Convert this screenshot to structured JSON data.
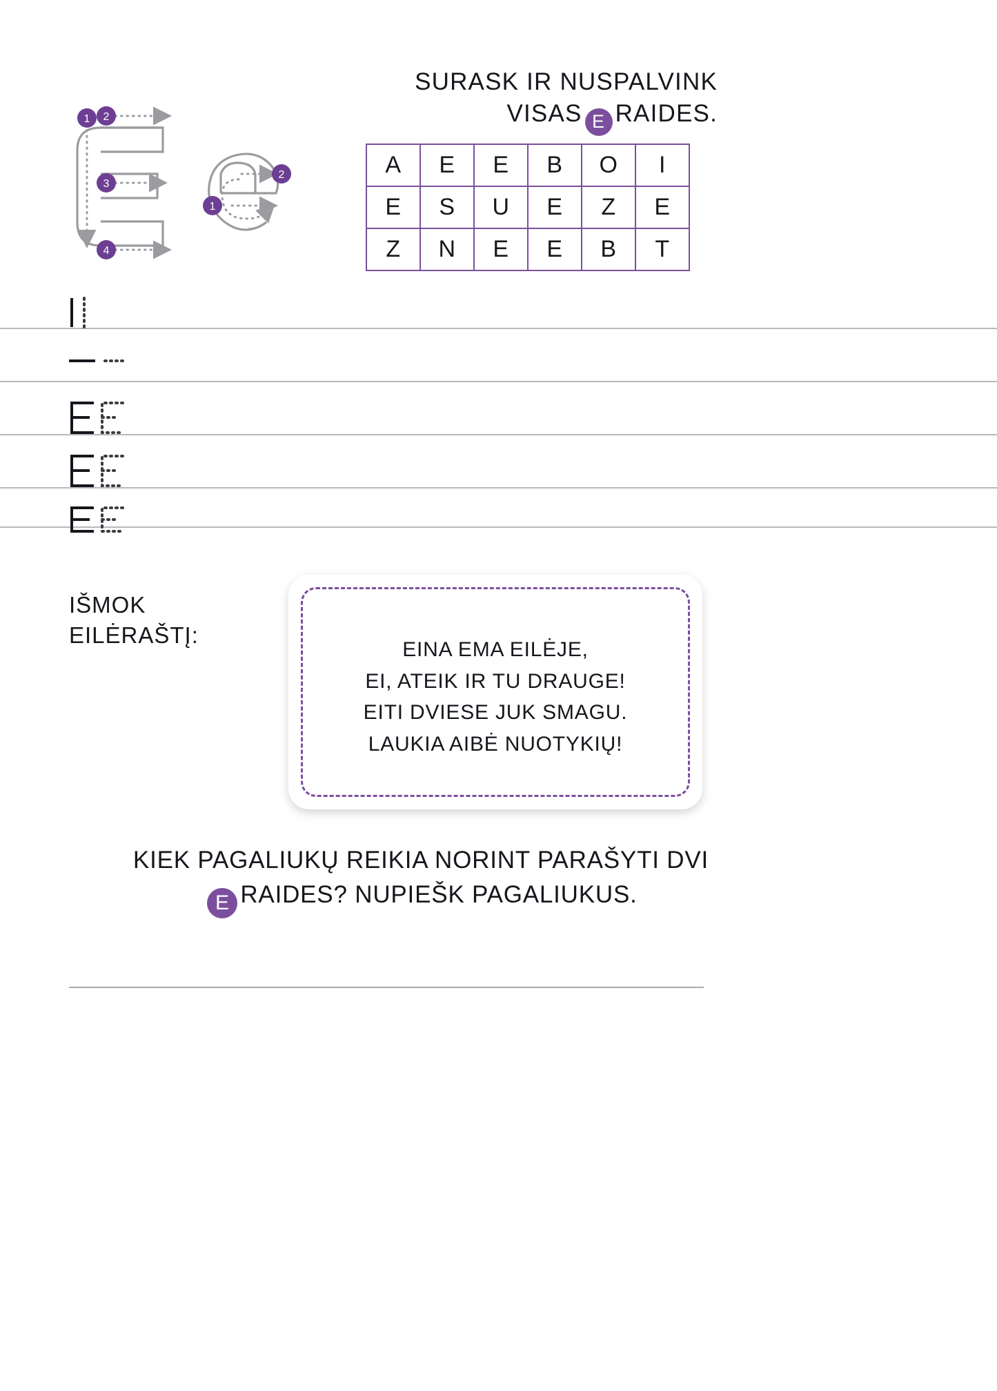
{
  "page": {
    "language": "lt",
    "letter_upper": "E",
    "letter_lower": "e",
    "accent_color": "#7b4f9d",
    "ink_color": "#16161c",
    "guide_color": "#9b9ba0"
  },
  "header": {
    "line1": "SURASK IR NUSPALVINK",
    "line2_before": "VISAS",
    "badge_letter": "E",
    "line2_after": "RAIDES."
  },
  "grid": {
    "columns": 6,
    "rows": [
      [
        "A",
        "E",
        "E",
        "B",
        "O",
        "I"
      ],
      [
        "E",
        "S",
        "U",
        "E",
        "Z",
        "E"
      ],
      [
        "Z",
        "N",
        "E",
        "E",
        "B",
        "T"
      ]
    ]
  },
  "tracing": {
    "uppercase": {
      "letter": "E",
      "stroke_numbers": [
        "1",
        "2",
        "3",
        "4"
      ]
    },
    "lowercase": {
      "letter": "e",
      "stroke_numbers": [
        "1",
        "2"
      ]
    }
  },
  "practice": {
    "rows": [
      {
        "solid": "|",
        "dotted": "|",
        "label": "vertical-stroke-row"
      },
      {
        "solid": "—",
        "dotted": "—",
        "label": "horizontal-stroke-row"
      },
      {
        "solid": "E",
        "dotted": "E",
        "label": "letter-e-row-1"
      },
      {
        "solid": "E",
        "dotted": "E",
        "label": "letter-e-row-2"
      },
      {
        "solid": "E",
        "dotted": "E",
        "label": "letter-e-row-3"
      }
    ]
  },
  "learn": {
    "line1": "IŠMOK",
    "line2": "EILĖRAŠTĮ:"
  },
  "poem": {
    "lines": [
      "EINA EMA EILĖJE,",
      "EI, ATEIK IR TU DRAUGE!",
      "EITI DVIESE JUK SMAGU.",
      "LAUKIA AIBĖ NUOTYKIŲ!"
    ]
  },
  "question": {
    "line1": "KIEK PAGALIUKŲ REIKIA NORINT PARAŠYTI DVI",
    "badge_letter": "E",
    "line2_after": "RAIDES? NUPIEŠK PAGALIUKUS."
  },
  "icons": {
    "badge": "purple-circle-letter-badge",
    "arrow": "stroke-direction-arrow-icon",
    "dotted_path": "dotted-guide-path"
  }
}
